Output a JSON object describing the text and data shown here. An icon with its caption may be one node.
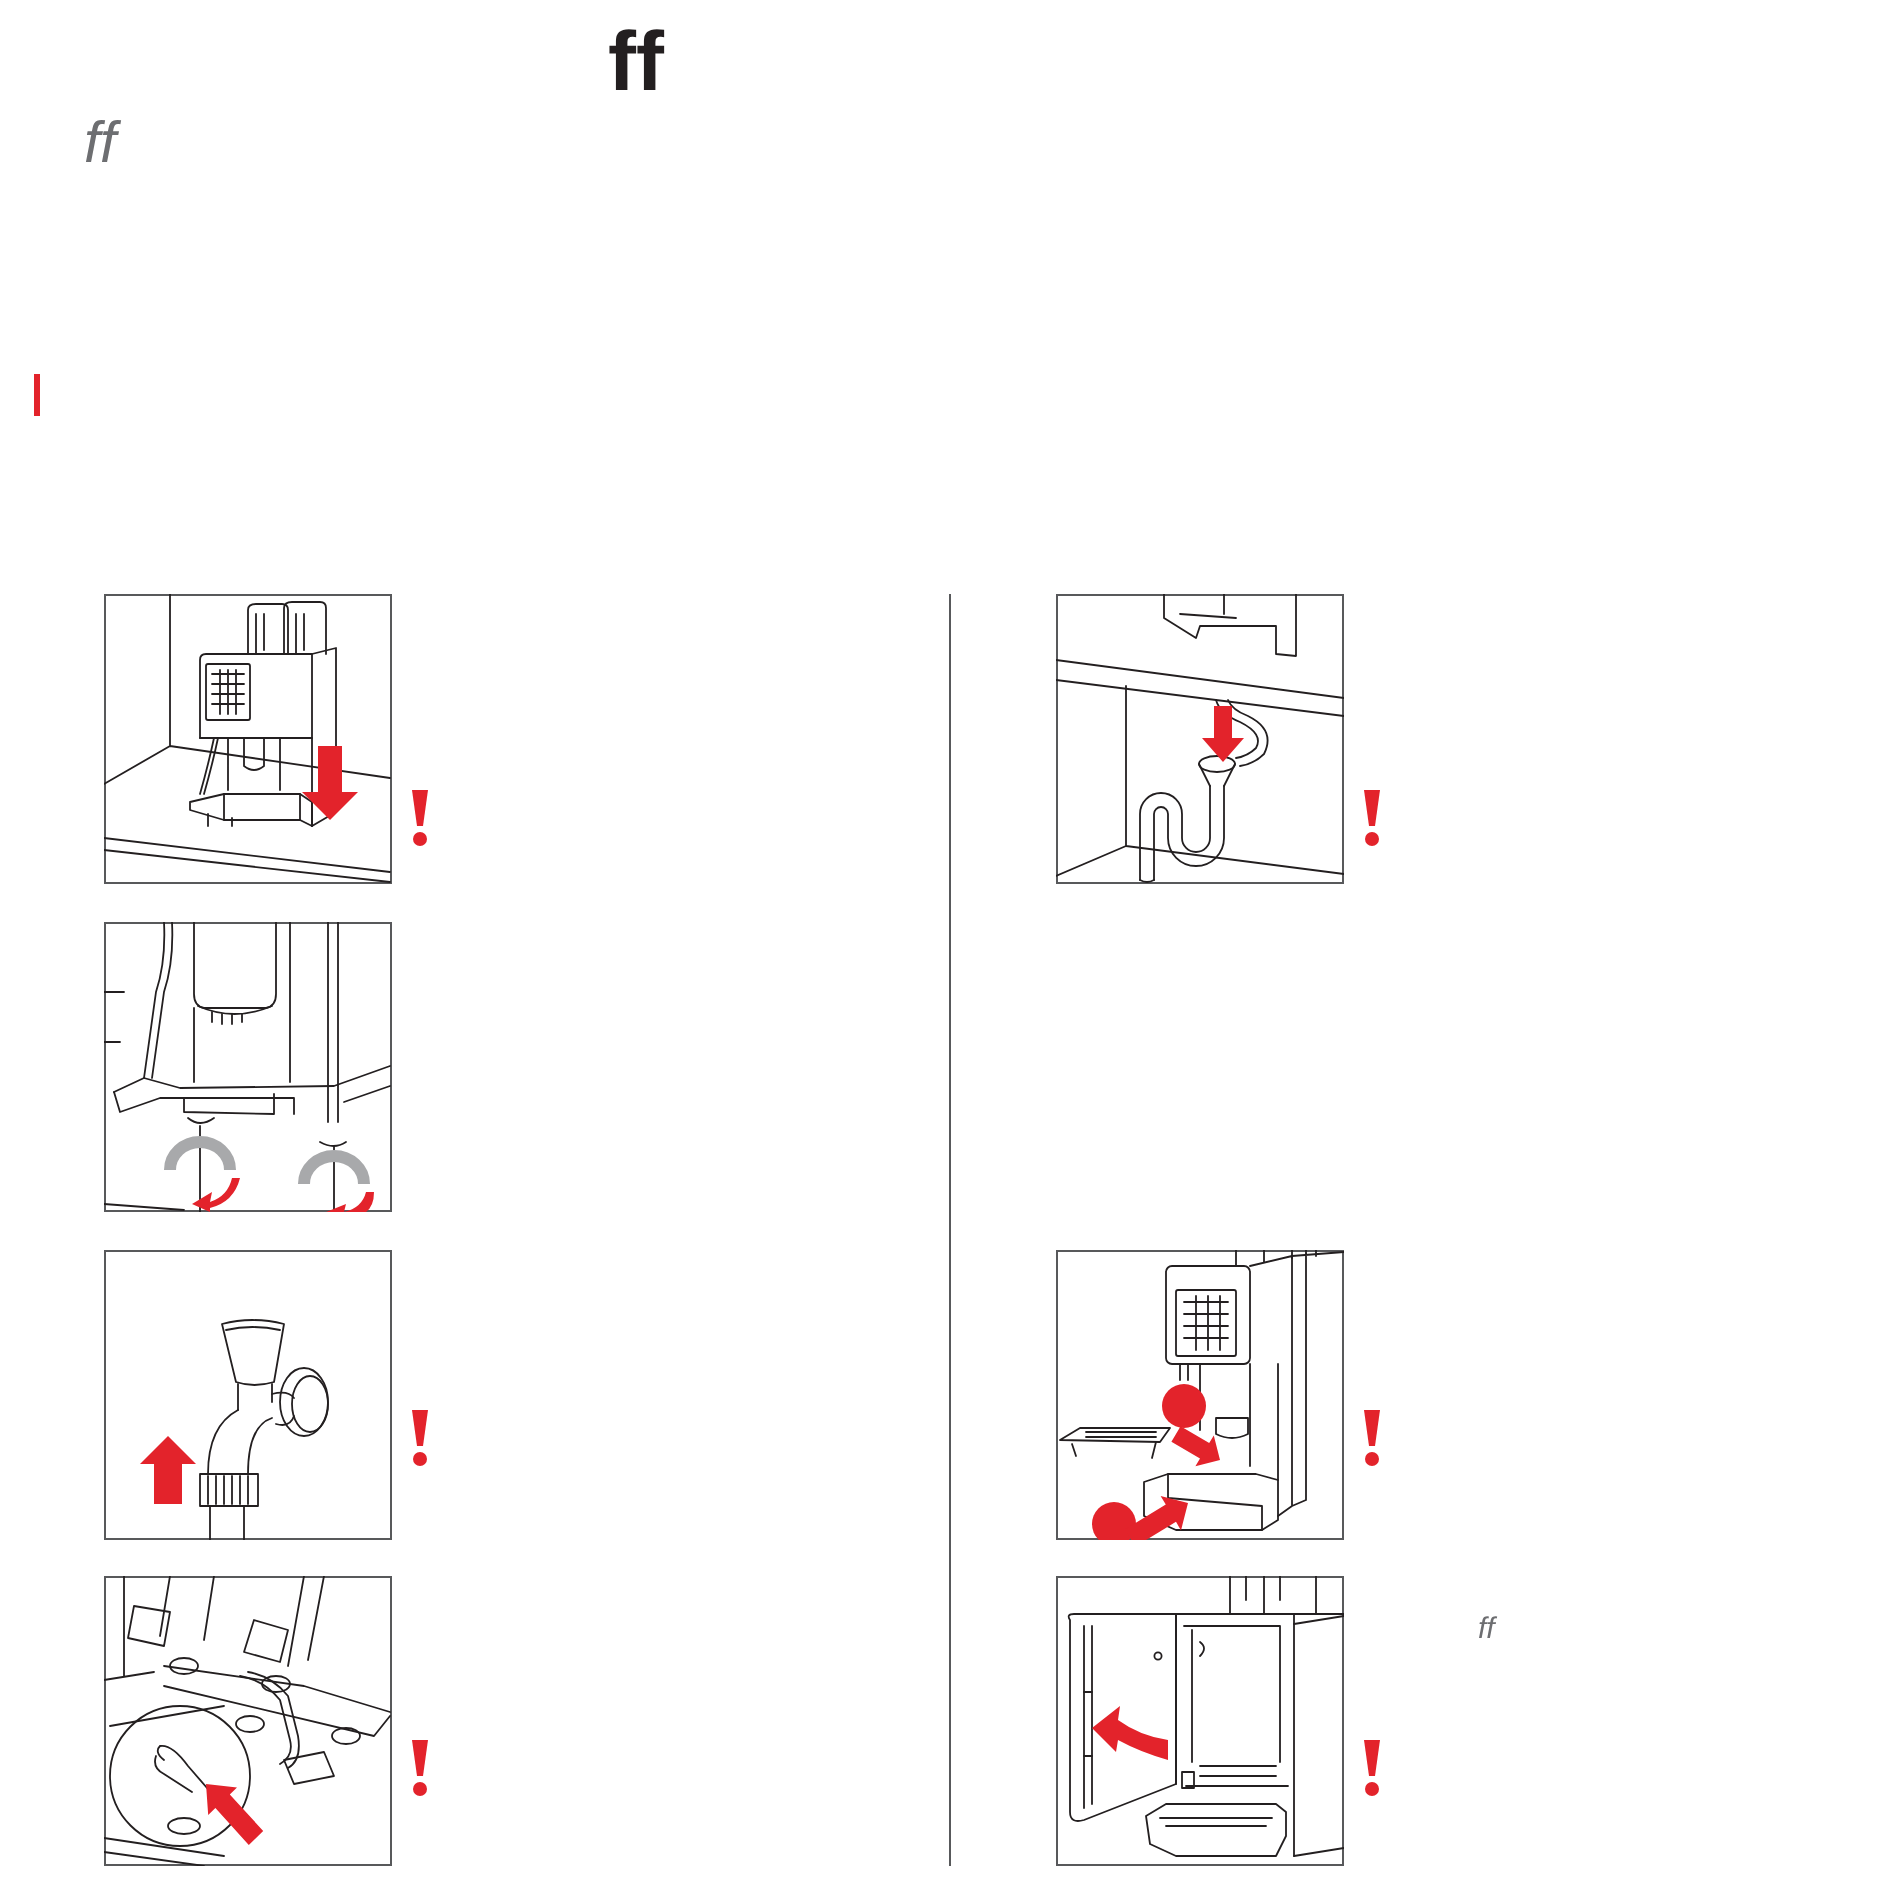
{
  "diagram": {
    "title": "ff",
    "labels": [
      "ff",
      "ff"
    ]
  }
}
